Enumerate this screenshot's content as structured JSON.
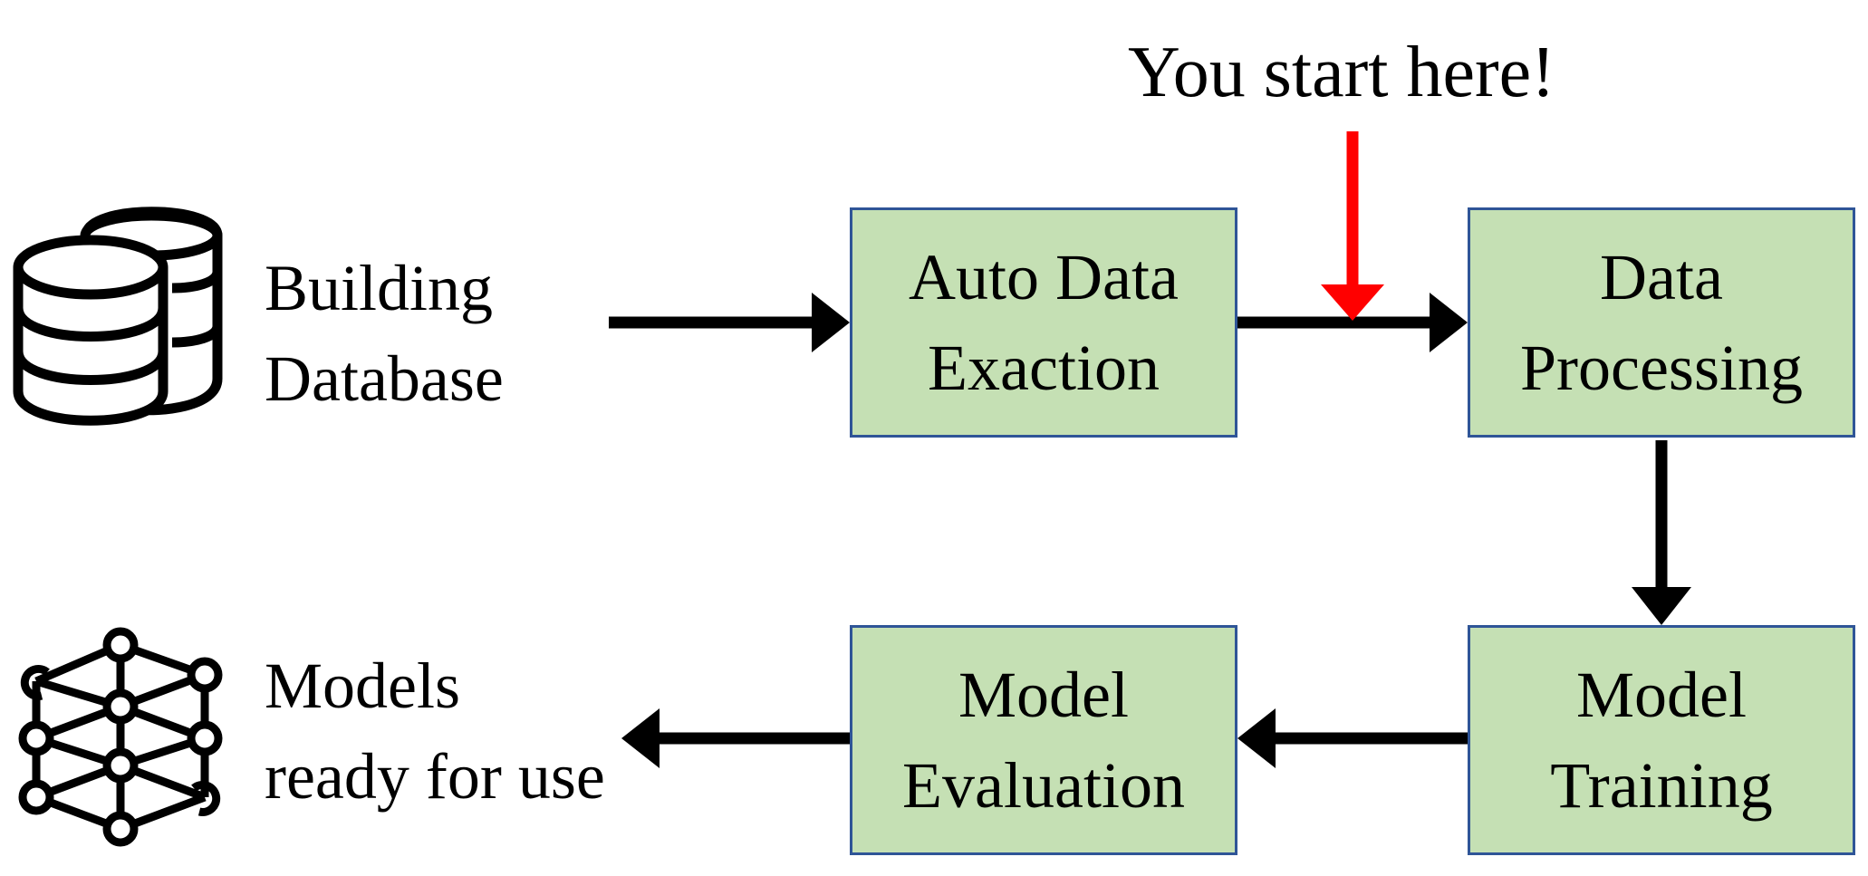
{
  "callout": {
    "text": "You start here!",
    "arrow_color": "#ff0000"
  },
  "inputs": {
    "building_database": {
      "icon": "database-icon",
      "line1": "Building",
      "line2": "Database"
    },
    "models_ready": {
      "icon": "neural-network-icon",
      "line1": "Models",
      "line2": "ready for use"
    }
  },
  "steps": {
    "auto_data_extraction": {
      "line1": "Auto Data",
      "line2": "Exaction"
    },
    "data_processing": {
      "line1": "Data",
      "line2": "Processing"
    },
    "model_training": {
      "line1": "Model",
      "line2": "Training"
    },
    "model_evaluation": {
      "line1": "Model",
      "line2": "Evaluation"
    }
  },
  "colors": {
    "box_fill": "#c5e0b4",
    "box_border": "#2f5597",
    "arrow": "#000000",
    "highlight_arrow": "#ff0000"
  }
}
